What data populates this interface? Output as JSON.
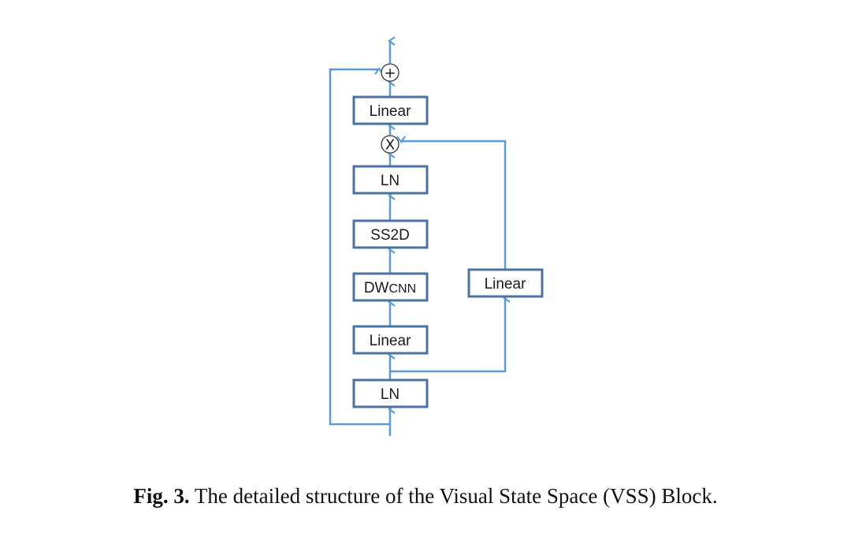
{
  "diagram": {
    "blocks": {
      "ln_bottom": "LN",
      "linear_main": "Linear",
      "dwconv_prefix": "DW",
      "dwconv_suffix": "CNN",
      "ss2d": "SS2D",
      "ln_top": "LN",
      "linear_gate": "Linear",
      "linear_out": "Linear"
    },
    "operators": {
      "multiply": "X",
      "add": "+"
    },
    "colors": {
      "block_border": "#4a73a0",
      "arrow": "#5b9bd3"
    }
  },
  "caption": {
    "label": "Fig. 3.",
    "text": " The detailed structure of the Visual State Space (VSS) Block."
  }
}
